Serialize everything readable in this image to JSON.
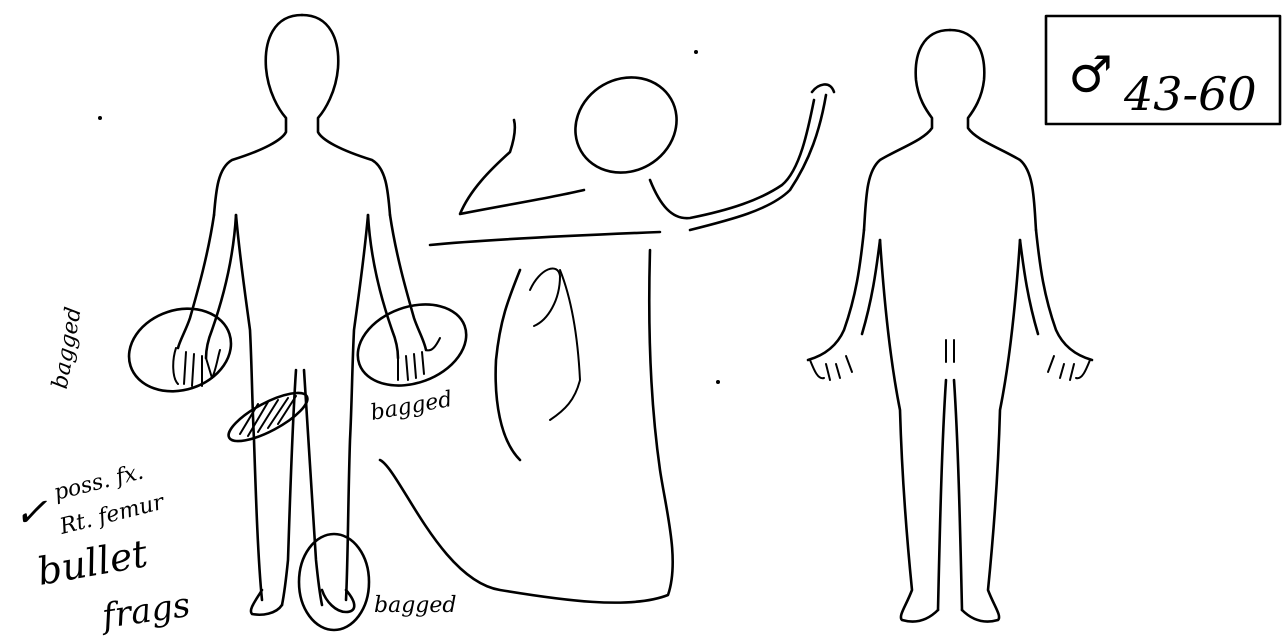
{
  "sheet": {
    "sex_symbol": "♂",
    "age_range": "43-60",
    "annotations": {
      "bagged_right_hand": "bagged",
      "bagged_left_hand": "bagged",
      "bagged_foot": "bagged",
      "possible_fracture": "poss. fx.",
      "fracture_site": "Rt. femur",
      "bullet": "bullet",
      "frags": "frags"
    },
    "check_mark": "✓"
  }
}
